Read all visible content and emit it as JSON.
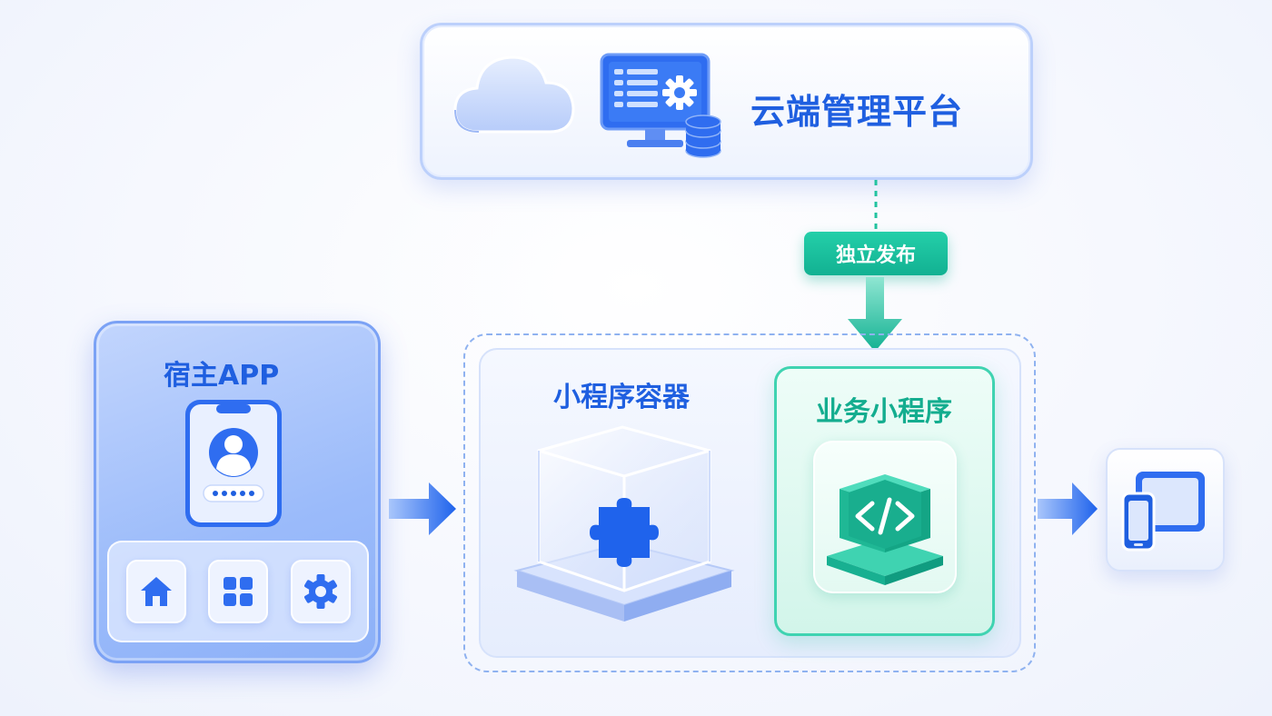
{
  "cloud_platform": {
    "title": "云端管理平台",
    "icons": [
      "cloud-icon",
      "monitor-settings-icon",
      "database-icon"
    ]
  },
  "publish": {
    "label": "独立发布"
  },
  "host_app": {
    "title": "宿主APP",
    "login_icon": "user-avatar-icon",
    "password_mask": "•••••",
    "dock_icons": [
      "home-icon",
      "grid-icon",
      "gear-icon"
    ]
  },
  "container": {
    "title": "小程序容器",
    "icon": "puzzle-cube-icon"
  },
  "business_miniprogram": {
    "title": "业务小程序",
    "icon": "code-cube-icon"
  },
  "target_devices": {
    "icon": "phone-tablet-icon"
  },
  "colors": {
    "primary_blue": "#1f5fe0",
    "teal": "#14ad8f",
    "panel_blue": "#9bbbfa"
  }
}
